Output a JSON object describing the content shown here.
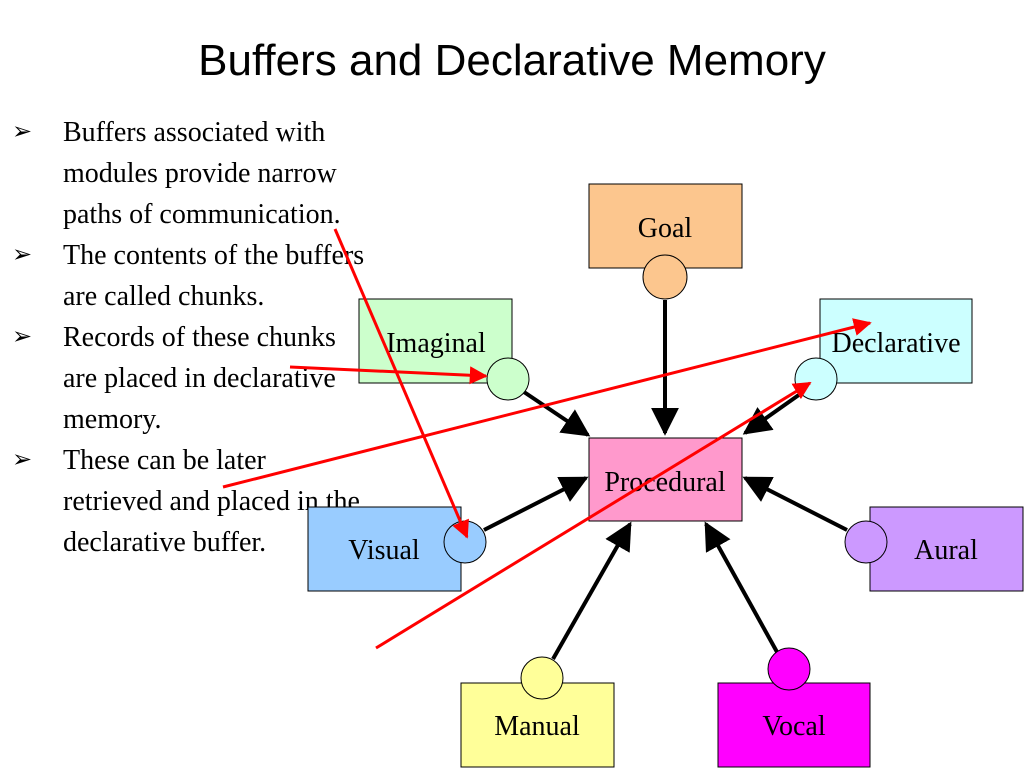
{
  "title": "Buffers and Declarative Memory",
  "bullet_marker": "➢",
  "bullets": [
    "Buffers associated with modules provide narrow paths of communication.",
    "The contents of the buffers are called chunks.",
    "Records of these chunks are placed in declarative memory.",
    "These can be later retrieved and placed in the declarative buffer."
  ],
  "modules": {
    "goal": "Goal",
    "imaginal": "Imaginal",
    "declarative": "Declarative",
    "procedural": "Procedural",
    "visual": "Visual",
    "aural": "Aural",
    "manual": "Manual",
    "vocal": "Vocal"
  },
  "colors": {
    "goal": "#fcc68e",
    "imaginal": "#ccffcc",
    "declarative": "#ccffff",
    "procedural": "#ff99cc",
    "visual": "#99ccff",
    "aural": "#cc99ff",
    "manual": "#ffff99",
    "vocal": "#ff00ff",
    "annotation_arrow": "#ff0000"
  }
}
